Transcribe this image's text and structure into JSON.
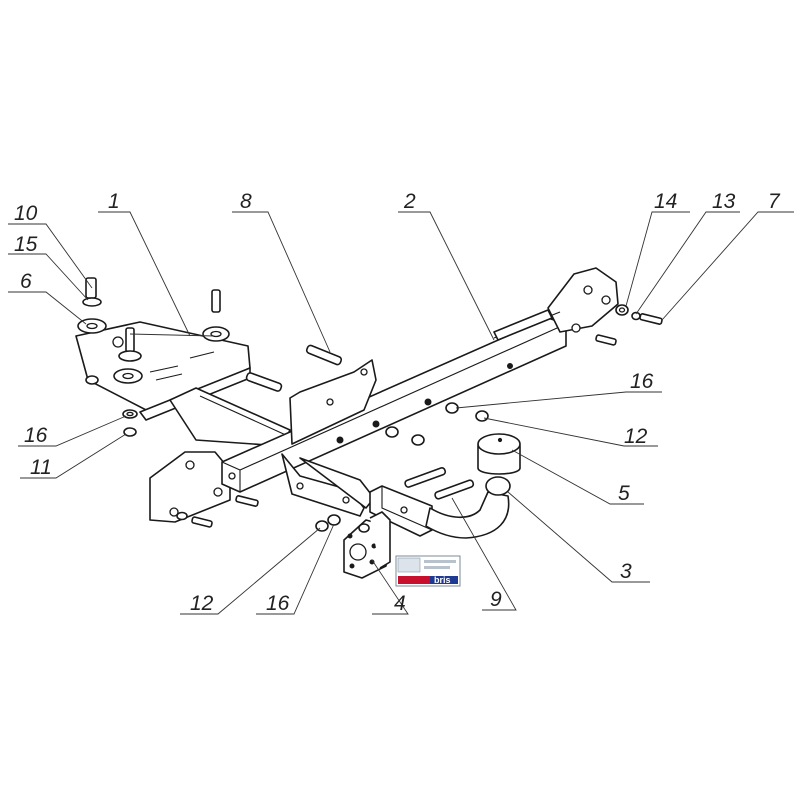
{
  "diagram": {
    "callouts": [
      {
        "id": "c1",
        "label": "1"
      },
      {
        "id": "c2",
        "label": "2"
      },
      {
        "id": "c3",
        "label": "3"
      },
      {
        "id": "c4",
        "label": "4"
      },
      {
        "id": "c5",
        "label": "5"
      },
      {
        "id": "c6",
        "label": "6"
      },
      {
        "id": "c7",
        "label": "7"
      },
      {
        "id": "c8",
        "label": "8"
      },
      {
        "id": "c9",
        "label": "9"
      },
      {
        "id": "c10",
        "label": "10"
      },
      {
        "id": "c11",
        "label": "11"
      },
      {
        "id": "c12a",
        "label": "12"
      },
      {
        "id": "c12b",
        "label": "12"
      },
      {
        "id": "c13",
        "label": "13"
      },
      {
        "id": "c14",
        "label": "14"
      },
      {
        "id": "c15",
        "label": "15"
      },
      {
        "id": "c16a",
        "label": "16"
      },
      {
        "id": "c16b",
        "label": "16"
      },
      {
        "id": "c16c",
        "label": "16"
      }
    ],
    "logo": {
      "text": "bris"
    }
  }
}
